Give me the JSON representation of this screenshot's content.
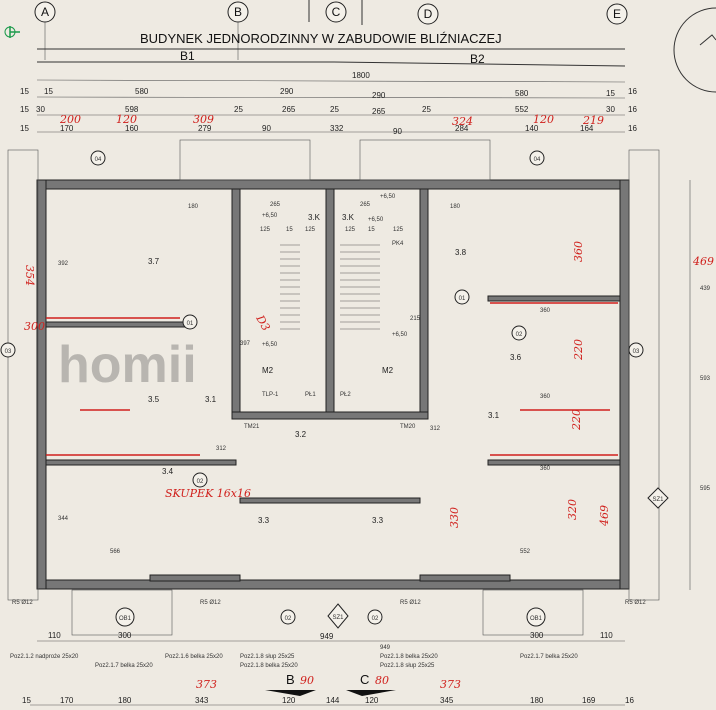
{
  "title": "BUDYNEK JEDNORODZINNY W ZABUDOWIE BLIŹNIACZEJ",
  "axes": [
    "A",
    "B",
    "C",
    "D",
    "E"
  ],
  "segments": [
    "B1",
    "B2"
  ],
  "section_marks": [
    "B",
    "C"
  ],
  "top_dims": {
    "total": "1800",
    "row1": [
      "15",
      "15",
      "580",
      "290",
      "290",
      "580",
      "15",
      "16"
    ],
    "row2": [
      "15",
      "30",
      "598",
      "25",
      "265",
      "25",
      "265",
      "25",
      "552",
      "30",
      "16"
    ],
    "row3": [
      "15",
      "170",
      "160",
      "279",
      "90",
      "332",
      "90",
      "284",
      "140",
      "164",
      "16"
    ]
  },
  "bottom_dims": [
    "15",
    "170",
    "180",
    "343",
    "120",
    "144",
    "120",
    "345",
    "180",
    "169",
    "16"
  ],
  "bottom_inner": [
    "110",
    "300",
    "949",
    "300",
    "110"
  ],
  "rooms": [
    "3.7",
    "3.5",
    "3.1",
    "3.4",
    "3.3",
    "3.2",
    "3.6",
    "3.8",
    "3.1",
    "3.3",
    "3.K",
    "3.K",
    "M2",
    "M2",
    "PŁ1",
    "PŁ2",
    "PK4",
    "TLP-1",
    "TM21",
    "TM20"
  ],
  "door_tags": [
    "01",
    "01",
    "02",
    "02",
    "03",
    "03",
    "04",
    "04",
    "OB1",
    "OB1",
    "02",
    "02",
    "SZ1",
    "SZ1"
  ],
  "levels": [
    "+6,50",
    "+6,50",
    "+6,50",
    "+6,50",
    "+6,50"
  ],
  "inner_dims": [
    "180",
    "265",
    "265",
    "180",
    "125",
    "15",
    "125",
    "125",
    "15",
    "125",
    "392",
    "344",
    "566",
    "552",
    "360",
    "360",
    "360",
    "312",
    "312",
    "397",
    "215",
    "949"
  ],
  "beam_labels": [
    "Poz2.1.2 nadproże 25x20",
    "Poz2.1.7 belka 25x20",
    "Poz2.1.6 belka 25x20",
    "Poz2.1.8 słup 25x25",
    "Poz2.1.8 belka 25x20",
    "Poz2.1.8 belka 25x20",
    "Poz2.1.8 słup 25x25",
    "Poz2.1.7 belka 25x20"
  ],
  "rebar_labels": [
    "R5 Ø12",
    "R5 Ø12",
    "R5 Ø12",
    "R5 Ø12"
  ],
  "handwritten": [
    "200",
    "120",
    "309",
    "324",
    "120",
    "219",
    "373",
    "90",
    "80",
    "373",
    "354",
    "300",
    "360",
    "220",
    "220",
    "330",
    "469",
    "320",
    "SKUPEK 16x16",
    "D3"
  ],
  "right_dims": [
    "469",
    "439",
    "593",
    "595"
  ],
  "watermark": "homii",
  "colors": {
    "annotation": "#d0201c",
    "wall": "#777777",
    "paper": "#eeeae2"
  }
}
